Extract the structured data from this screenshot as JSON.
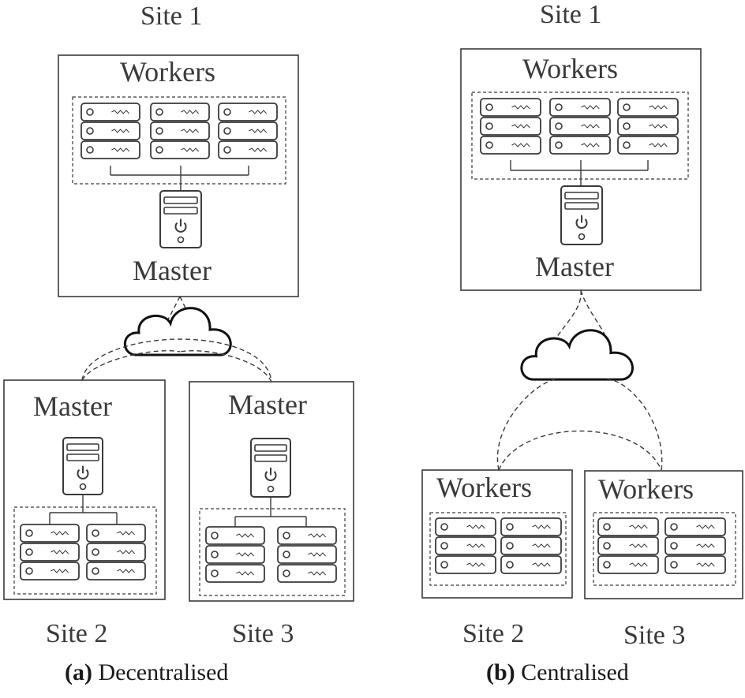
{
  "panel_a": {
    "sites": [
      "Site 1",
      "Site 2",
      "Site 3"
    ],
    "workers_label": "Workers",
    "master_label": "Master",
    "caption_letter": "(a)",
    "caption_text": "Decentralised"
  },
  "panel_b": {
    "sites": [
      "Site 1",
      "Site 2",
      "Site 3"
    ],
    "workers_label": "Workers",
    "master_label": "Master",
    "caption_letter": "(b)",
    "caption_text": "Centralised"
  },
  "colors": {
    "stroke": "#3a3a3a",
    "rack_fill": "#ffffff"
  }
}
